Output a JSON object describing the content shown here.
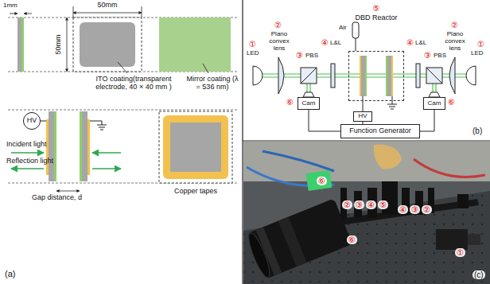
{
  "diagram": {
    "nodes": [
      {
        "text": [
          "HV"
        ]
      },
      {
        "text": [
          "⑤",
          "DBD Reactor"
        ]
      },
      {
        "text": [
          "Cam"
        ]
      },
      {
        "text": [
          "HV"
        ]
      },
      {
        "text": [
          "Cam"
        ]
      },
      {
        "text": [
          "Function Generator"
        ]
      }
    ],
    "edges": [
      {
        "from": 3,
        "to": 1,
        "arrow": "none"
      },
      {
        "from": 5,
        "to": 3,
        "arrow": "none"
      },
      {
        "from": 5,
        "to": 2,
        "arrow": "none"
      },
      {
        "from": 5,
        "to": 4,
        "arrow": "none"
      }
    ],
    "labels": [
      "1mm",
      "50mm",
      "50mm",
      "ITO coating(transparent electrode, 40 × 40 mm )",
      "Mirror coating (λ = 536 nm)",
      "Incident light",
      "Reflection light",
      "Gap distance, d",
      "Copper tapes",
      "(a)",
      "①",
      "LED",
      "②",
      "Plano convex lens",
      "③",
      "PBS",
      "④",
      "L&L",
      "Air",
      "④",
      "L&L",
      "③",
      "PBS",
      "②",
      "Plano convex lens",
      "①",
      "LED",
      "⑥",
      "⑥",
      "(b)",
      "⑥",
      "②",
      "③",
      "④",
      "⑤",
      "④",
      "③",
      "②",
      "⑥",
      "①",
      "(c)"
    ]
  }
}
